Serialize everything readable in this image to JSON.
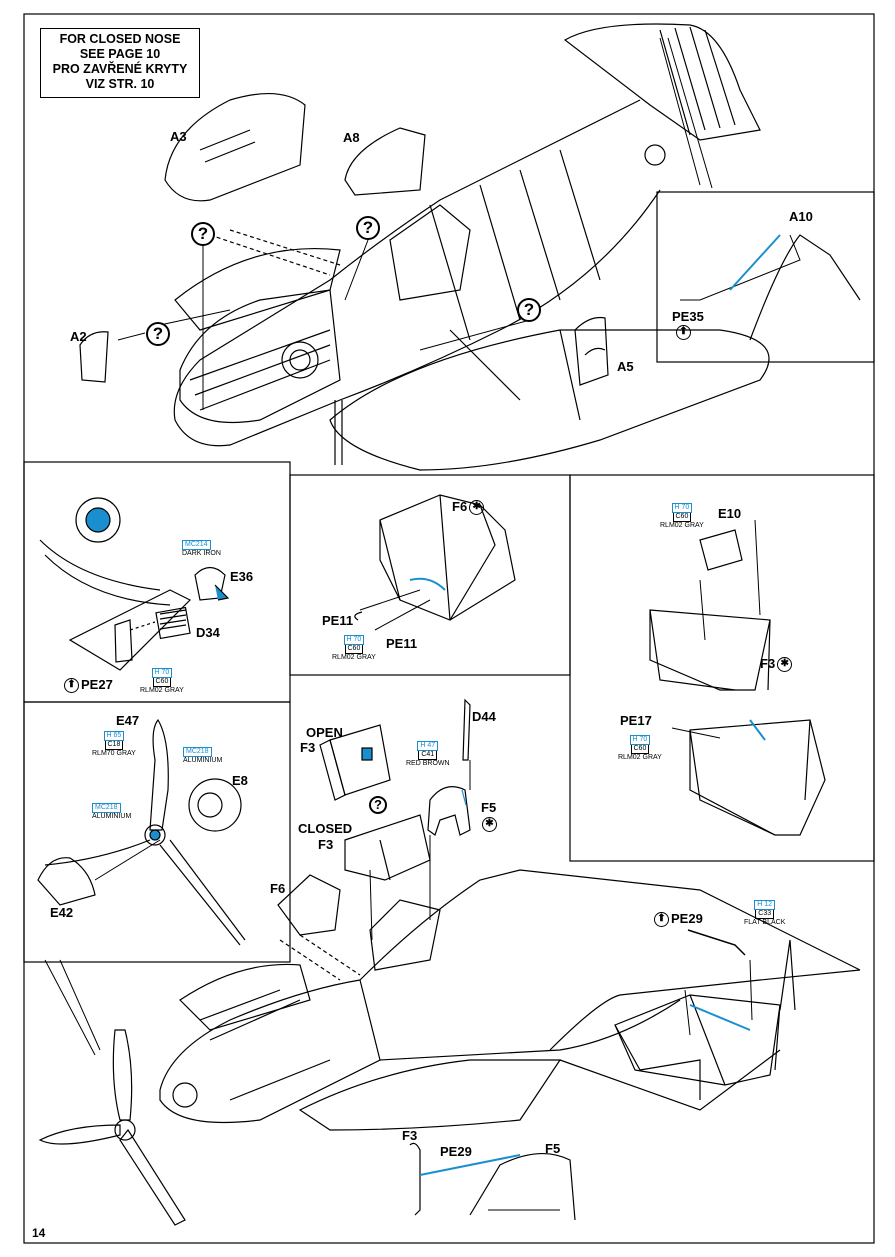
{
  "note": {
    "line1": "FOR CLOSED NOSE",
    "line2": "SEE PAGE 10",
    "line3": "PRO ZAVŘENÉ KRYTY",
    "line4": "VIZ STR. 10"
  },
  "labels": {
    "a3": "A3",
    "a8": "A8",
    "a2": "A2",
    "a5": "A5",
    "a10": "A10",
    "pe35": "PE35",
    "e36": "E36",
    "d34": "D34",
    "pe27": "PE27",
    "f6_top": "F6",
    "pe11_a": "PE11",
    "pe11_b": "PE11",
    "e10": "E10",
    "f3_right": "F3",
    "pe17": "PE17",
    "e47": "E47",
    "e8": "E8",
    "e42": "E42",
    "open": "OPEN",
    "f3_open": "F3",
    "d44": "D44",
    "f5": "F5",
    "closed": "CLOSED",
    "f3_closed": "F3",
    "f6_bottom": "F6",
    "pe29_top": "PE29",
    "f3_detail": "F3",
    "pe29_detail": "PE29",
    "f5_detail": "F5"
  },
  "question_mark": "?",
  "icons": {
    "up_arrow": "⬆",
    "star": "✱"
  },
  "paints": {
    "e36_mc": {
      "code": "MC214",
      "name": "DARK IRON"
    },
    "pe27": {
      "code": "H 70",
      "code2": "C60",
      "name": "RLM02 GRAY"
    },
    "pe11": {
      "code": "H 70",
      "code2": "C60",
      "name": "RLM02 GRAY"
    },
    "e10": {
      "code": "H 70",
      "code2": "C60",
      "name": "RLM02 GRAY"
    },
    "pe17": {
      "code": "H 70",
      "code2": "C60",
      "name": "RLM02 GRAY"
    },
    "e47": {
      "code": "H 65",
      "code2": "C18",
      "name": "RLM70 GRAY"
    },
    "e8_mc": {
      "code": "MC218",
      "name": "ALUMINIUM"
    },
    "hub_mc": {
      "code": "MC218",
      "name": "ALUMINIUM"
    },
    "open_f3": {
      "code": "H 47",
      "code2": "C41",
      "name": "RED BROWN"
    },
    "pe29": {
      "code": "H 12",
      "code2": "C33",
      "name": "FLAT BLACK"
    }
  },
  "page_number": "14",
  "colors": {
    "accent_blue": "#1a8fd0",
    "line": "#000000"
  }
}
